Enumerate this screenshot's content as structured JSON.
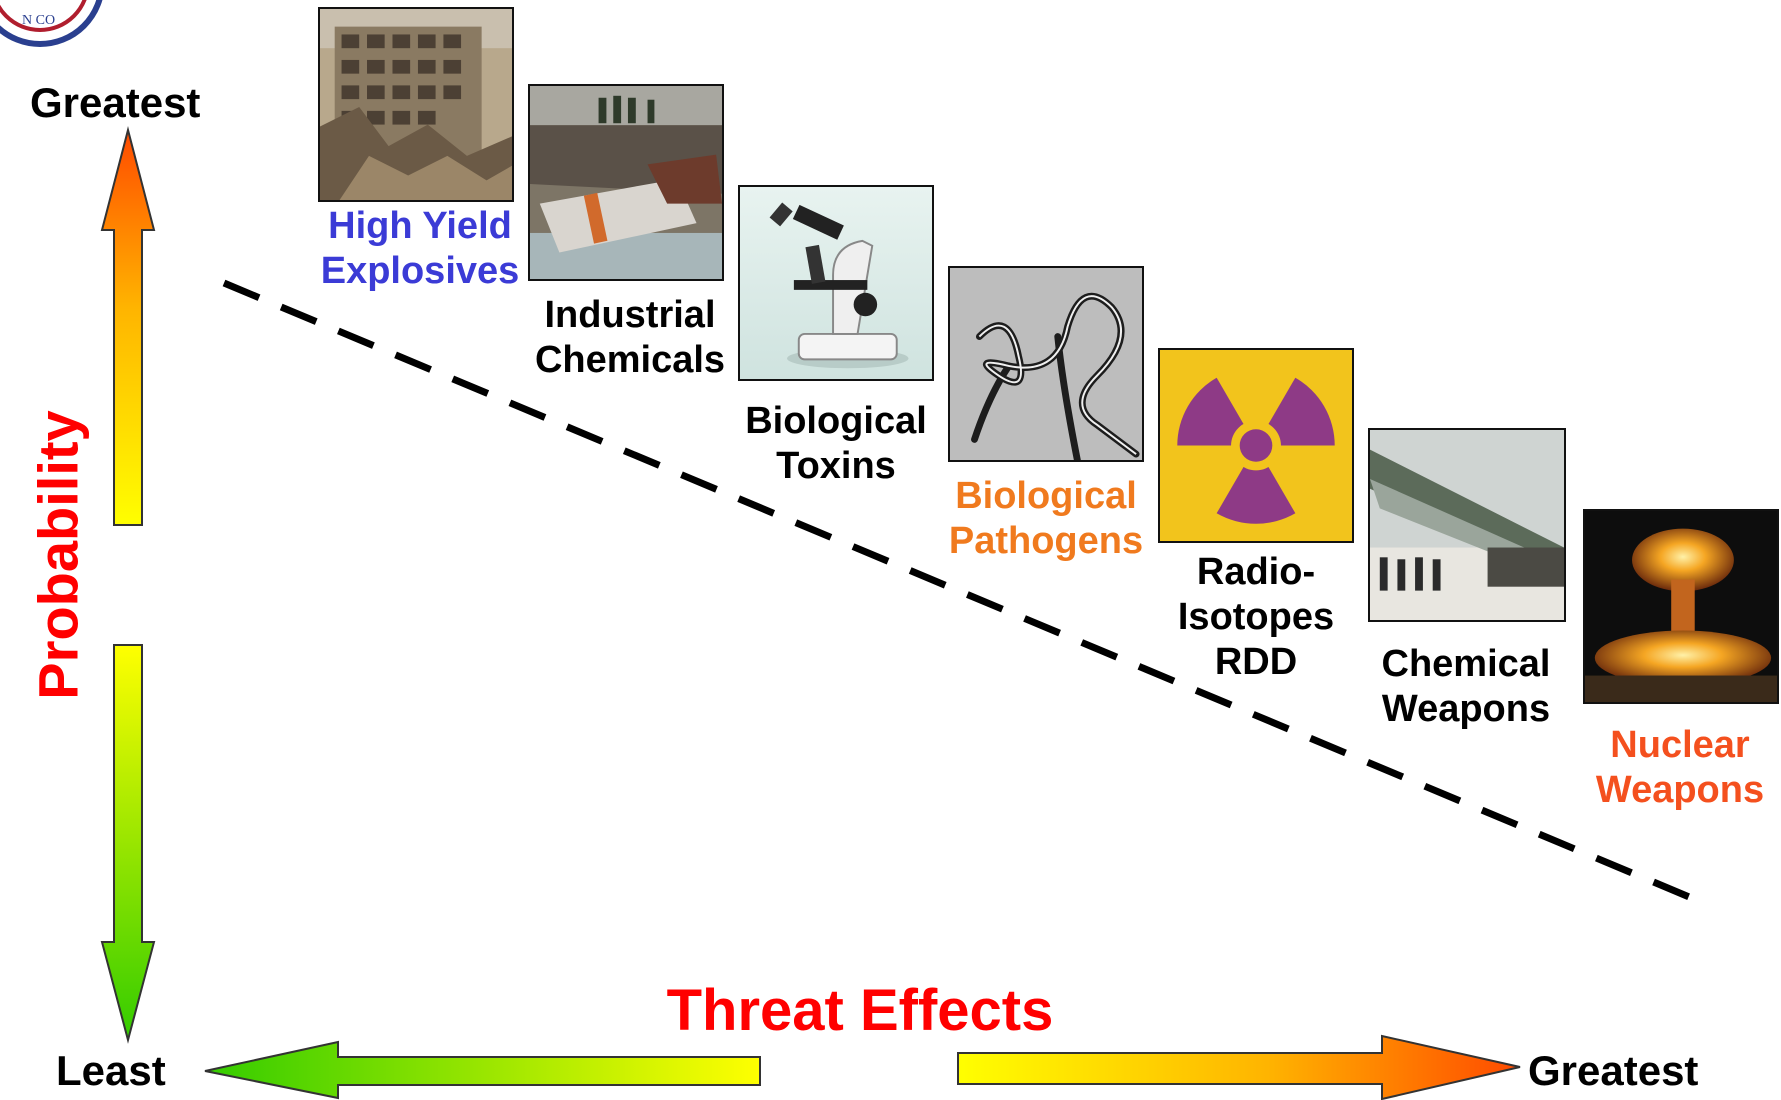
{
  "y_axis": {
    "title": "Probability",
    "top_label": "Greatest",
    "bottom_label": "Least"
  },
  "x_axis": {
    "title": "Threat Effects",
    "left_label": "Least",
    "right_label": "Greatest"
  },
  "threats": [
    {
      "line1": "High Yield",
      "line2": "Explosives",
      "color": "#3b3bd6"
    },
    {
      "line1": "Industrial",
      "line2": "Chemicals",
      "color": "#000000"
    },
    {
      "line1": "Biological",
      "line2": "Toxins",
      "color": "#000000"
    },
    {
      "line1": "Biological",
      "line2": "Pathogens",
      "color": "#f07a1e"
    },
    {
      "line1": "Radio-",
      "line2": "Isotopes",
      "line3": "RDD",
      "color": "#000000"
    },
    {
      "line1": "Chemical",
      "line2": "Weapons",
      "color": "#000000"
    },
    {
      "line1": "Nuclear",
      "line2": "Weapons",
      "color": "#f4501e"
    }
  ],
  "colors": {
    "axis_title": "#ff0000",
    "arrow_high": "#ff4a00",
    "arrow_mid": "#ffff00",
    "arrow_low": "#33cc00",
    "radiation_bg": "#f2c41c",
    "radiation_trefoil": "#8e3a86"
  }
}
